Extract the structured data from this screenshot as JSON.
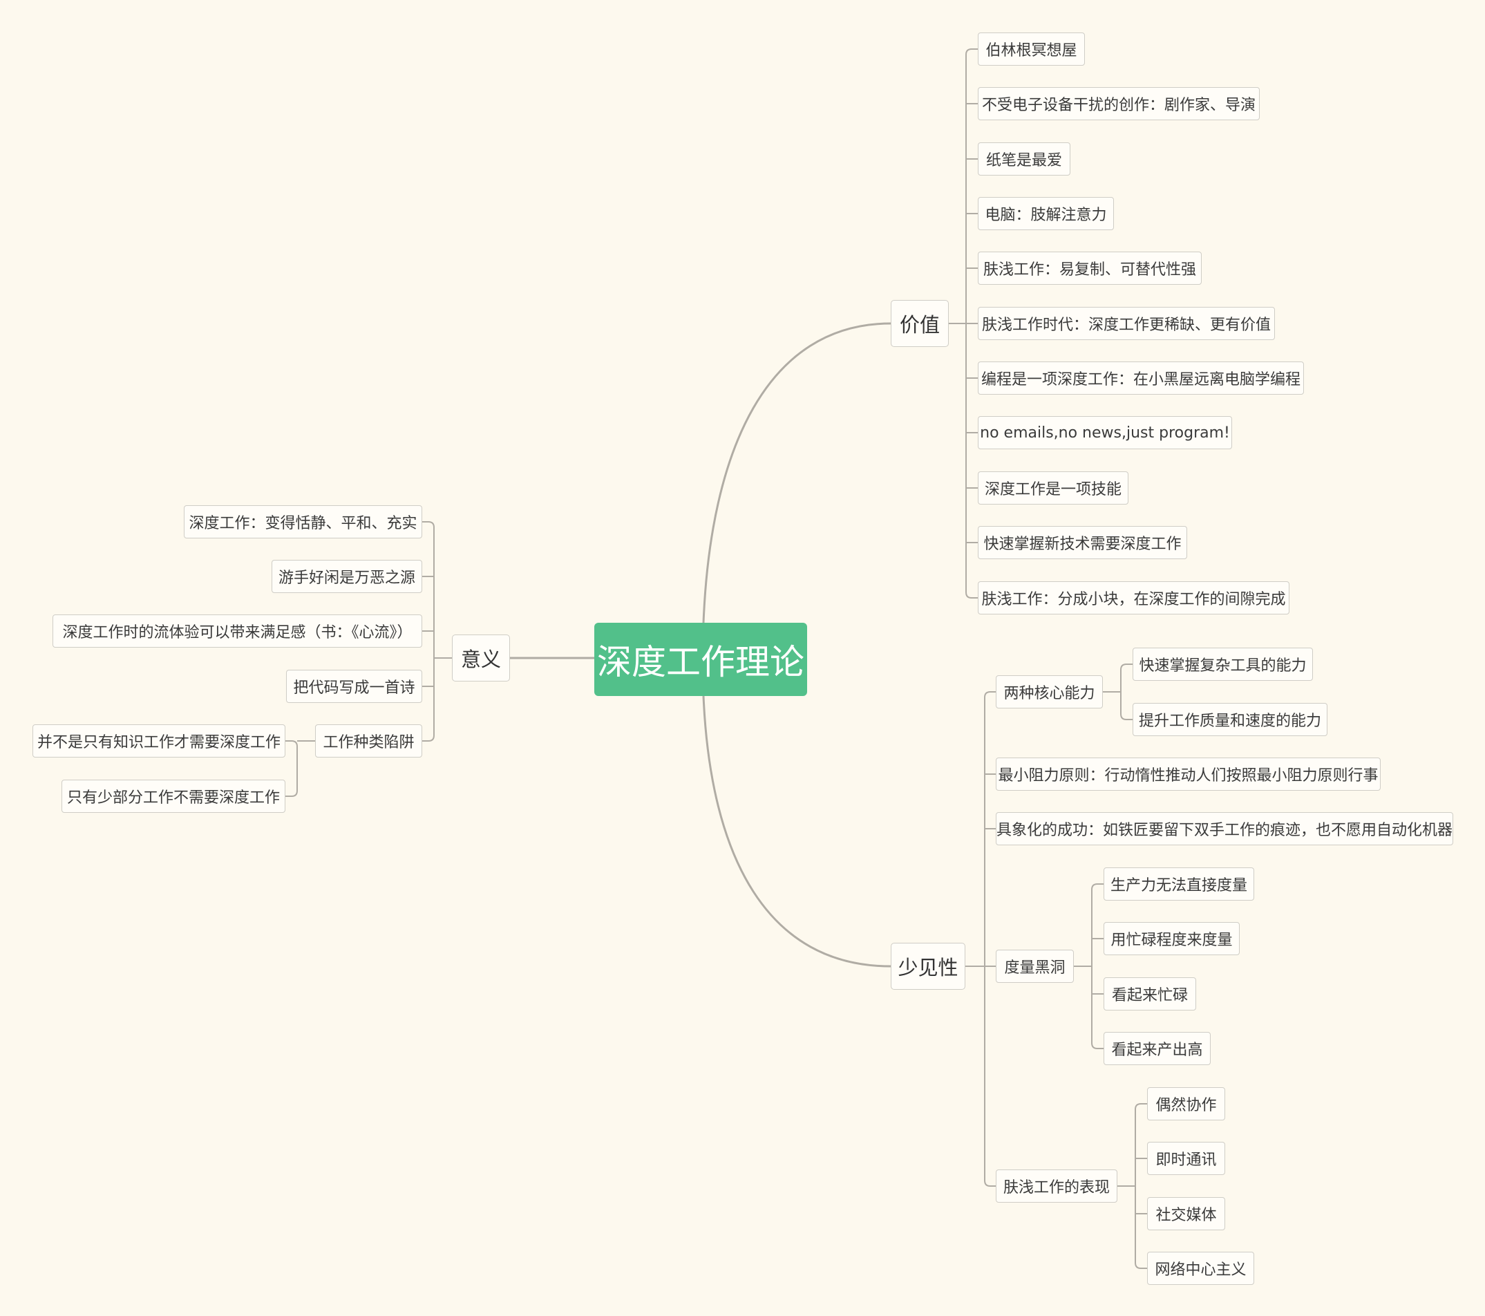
{
  "root": "深度工作理论",
  "branches": {
    "jiazhi": {
      "label": "价值",
      "items": [
        "伯林根冥想屋",
        "不受电子设备干扰的创作：剧作家、导演",
        "纸笔是最爱",
        "电脑：肢解注意力",
        "肤浅工作：易复制、可替代性强",
        "肤浅工作时代：深度工作更稀缺、更有价值",
        "编程是一项深度工作：在小黑屋远离电脑学编程",
        "no emails,no news,just program!",
        "深度工作是一项技能",
        "快速掌握新技术需要深度工作",
        "肤浅工作：分成小块，在深度工作的间隙完成"
      ]
    },
    "yiyi": {
      "label": "意义",
      "items": [
        "深度工作：变得恬静、平和、充实",
        "游手好闲是万恶之源",
        "深度工作时的流体验可以带来满足感（书：《心流》）",
        "把代码写成一首诗",
        "工作种类陷阱"
      ],
      "trap_items": [
        "并不是只有知识工作才需要深度工作",
        "只有少部分工作不需要深度工作"
      ]
    },
    "shaojianxing": {
      "label": "少见性",
      "core_ability": {
        "label": "两种核心能力",
        "items": [
          "快速掌握复杂工具的能力",
          "提升工作质量和速度的能力"
        ]
      },
      "least_resistance": "最小阻力原则：行动惰性推动人们按照最小阻力原则行事",
      "concrete_success": "具象化的成功：如铁匠要留下双手工作的痕迹，也不愿用自动化机器",
      "metric_blackhole": {
        "label": "度量黑洞",
        "items": [
          "生产力无法直接度量",
          "用忙碌程度来度量",
          "看起来忙碌",
          "看起来产出高"
        ]
      },
      "shallow_signs": {
        "label": "肤浅工作的表现",
        "items": [
          "偶然协作",
          "即时通讯",
          "社交媒体",
          "网络中心主义"
        ]
      }
    }
  }
}
